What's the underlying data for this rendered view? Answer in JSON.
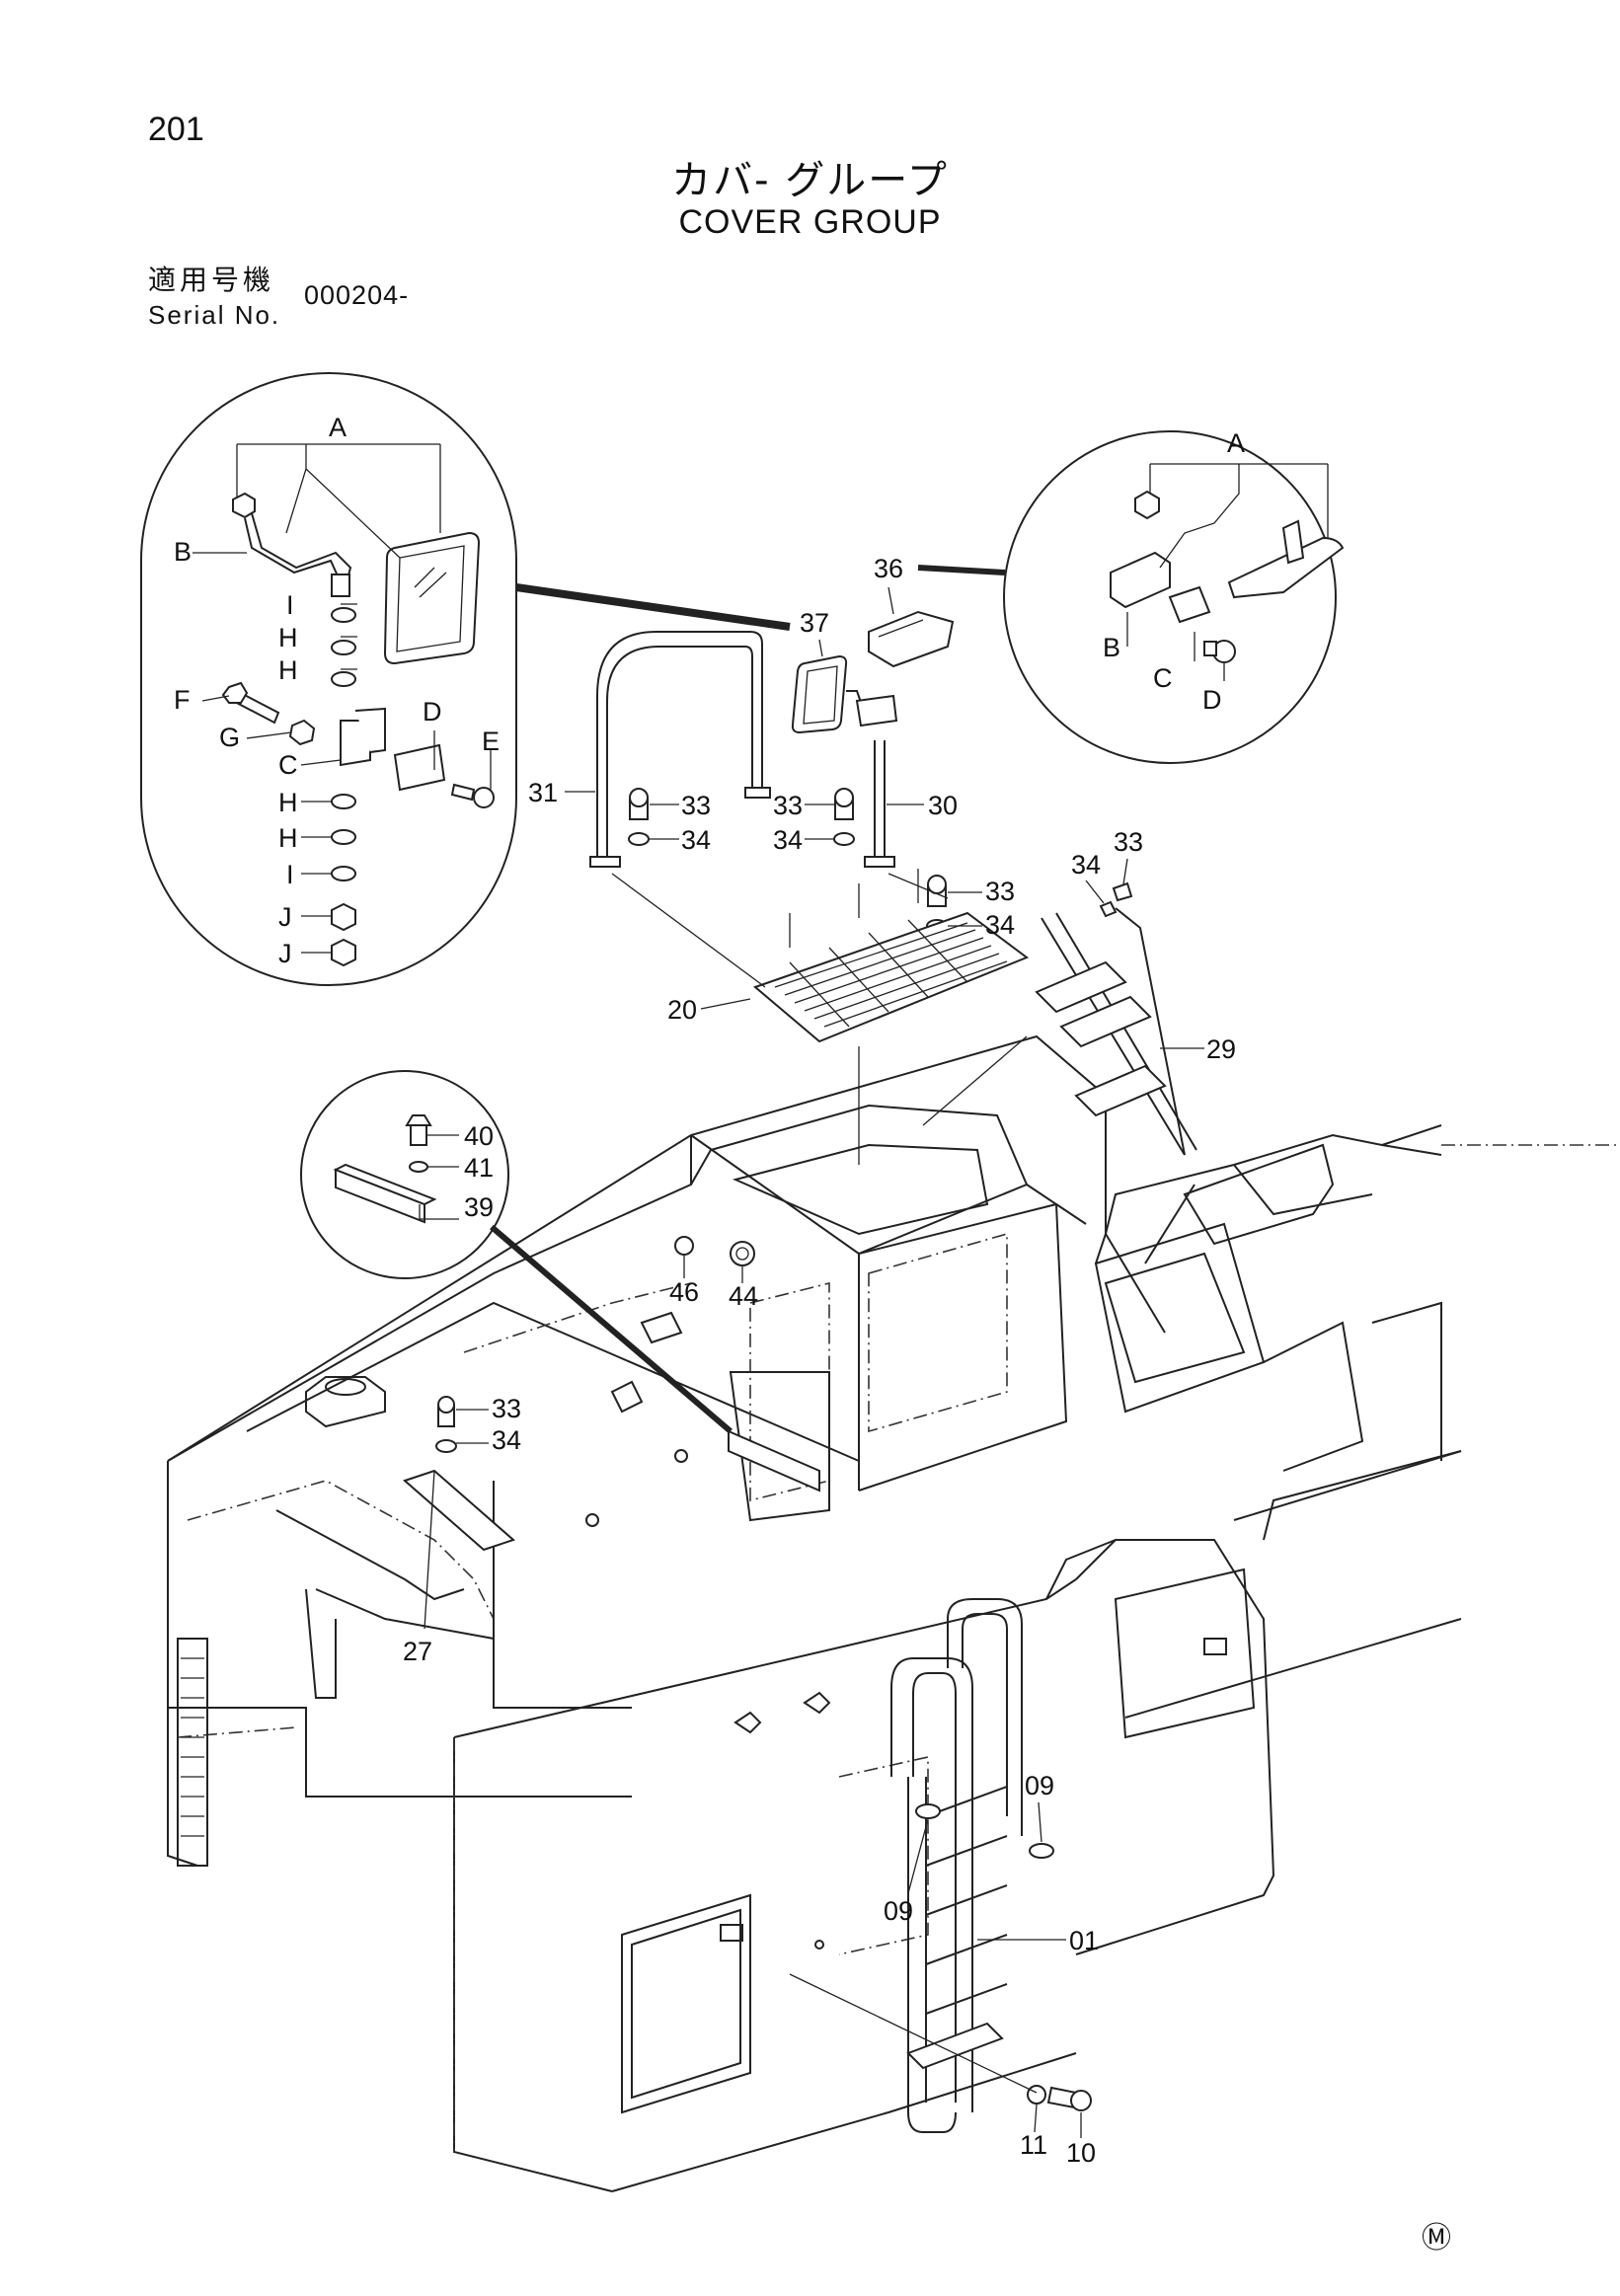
{
  "header": {
    "page_number": "201",
    "title_jp": "カバ- グループ",
    "title_en": "COVER GROUP",
    "serial_label_jp": "適用号機",
    "serial_label_en": "Serial No.",
    "serial_value": "000204-"
  },
  "callouts": {
    "left_detail": [
      "A",
      "B",
      "I",
      "H",
      "H",
      "F",
      "G",
      "C",
      "D",
      "E",
      "H",
      "H",
      "I",
      "J",
      "J"
    ],
    "right_detail": [
      "A",
      "B",
      "C",
      "D"
    ],
    "step_detail": [
      "40",
      "41",
      "39"
    ],
    "main": [
      "36",
      "37",
      "31",
      "33",
      "34",
      "33",
      "34",
      "30",
      "33",
      "34",
      "34",
      "33",
      "20",
      "29",
      "46",
      "44",
      "33",
      "34",
      "27",
      "09",
      "09",
      "01",
      "11",
      "10"
    ]
  },
  "footer": {
    "mark": "Ⓜ"
  }
}
